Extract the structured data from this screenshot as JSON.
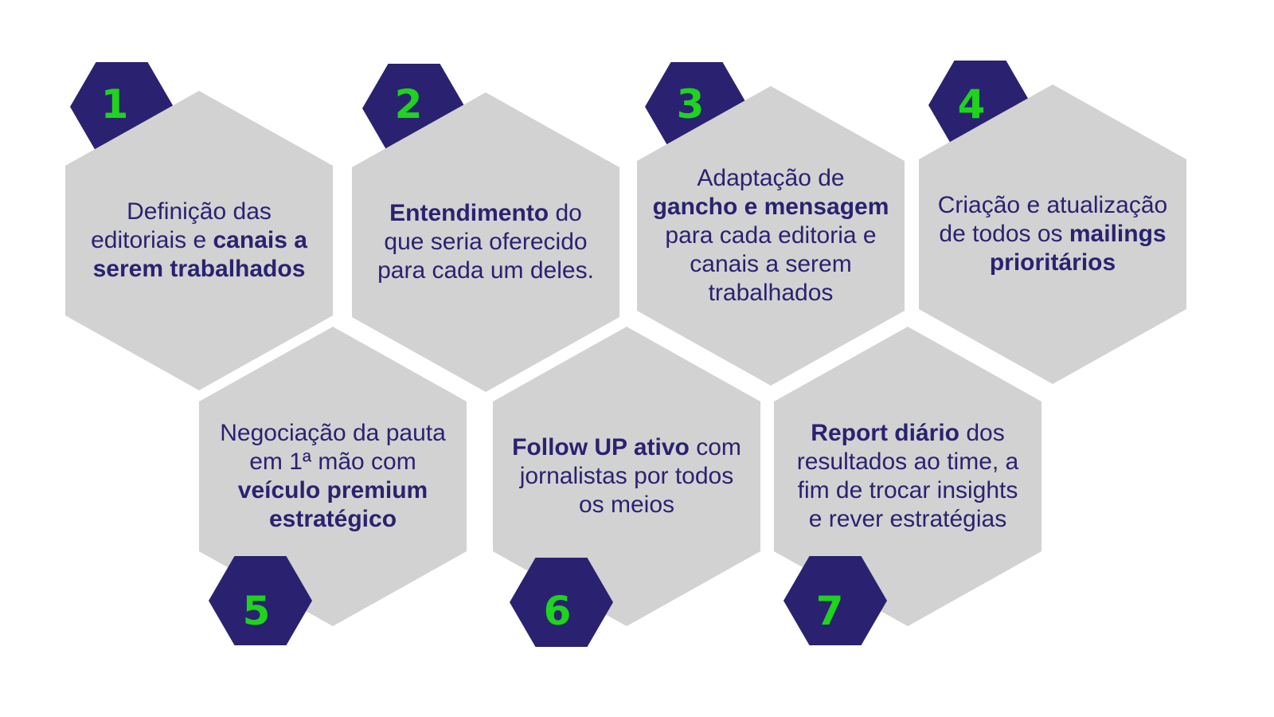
{
  "colors": {
    "badge": "#2a2270",
    "number": "#1fd31f",
    "hexagon": "#d2d2d2",
    "text": "#2a2270"
  },
  "steps": [
    {
      "number": "1",
      "parts": [
        {
          "text": "Definição das editoriais e ",
          "bold": false
        },
        {
          "text": "canais a serem trabalhados",
          "bold": true
        }
      ]
    },
    {
      "number": "2",
      "parts": [
        {
          "text": "Entendimento",
          "bold": true
        },
        {
          "text": " do que seria oferecido para cada um deles.",
          "bold": false
        }
      ]
    },
    {
      "number": "3",
      "parts": [
        {
          "text": "Adaptação de ",
          "bold": false
        },
        {
          "text": "gancho e mensagem",
          "bold": true
        },
        {
          "text": " para cada editoria e canais a serem trabalhados",
          "bold": false
        }
      ]
    },
    {
      "number": "4",
      "parts": [
        {
          "text": "Criação e atualização de todos os ",
          "bold": false
        },
        {
          "text": "mailings prioritários",
          "bold": true
        }
      ]
    },
    {
      "number": "5",
      "parts": [
        {
          "text": "Negociação da pauta em 1ª mão com ",
          "bold": false
        },
        {
          "text": "veículo premium estratégico",
          "bold": true
        }
      ]
    },
    {
      "number": "6",
      "parts": [
        {
          "text": "Follow UP ativo",
          "bold": true
        },
        {
          "text": " com jornalistas por todos os meios",
          "bold": false
        }
      ]
    },
    {
      "number": "7",
      "parts": [
        {
          "text": "Report diário",
          "bold": true
        },
        {
          "text": " dos resultados ao time, a fim de trocar insights e rever estratégias",
          "bold": false
        }
      ]
    }
  ]
}
